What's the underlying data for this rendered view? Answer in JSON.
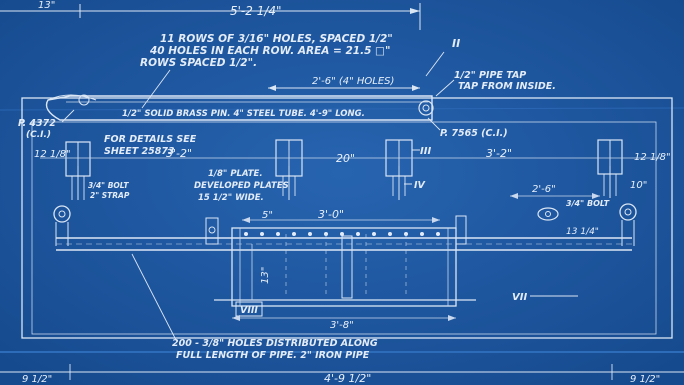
{
  "colors": {
    "paper": "#1f5aa6",
    "paper_dark": "#17498c",
    "ink": "#e3ecf8"
  },
  "notes": {
    "holes_line1": "11 ROWS OF 3/16\" HOLES, SPACED 1/2\"",
    "holes_line2": "40 HOLES IN EACH ROW.  AREA = 21.5 □\"",
    "holes_line3": "ROWS SPACED 1/2\".",
    "pipe_tap_line1": "1/2\" PIPE TAP",
    "pipe_tap_line2": "TAP FROM INSIDE.",
    "tube_note": "1/2\" SOLID BRASS PIN.  4\" STEEL TUBE.  4'-9\" LONG.",
    "pattern_left_line1": "P. 4372",
    "pattern_left_line2": "(C.I.)",
    "pattern_right": "P. 7565 (C.I.)",
    "details_line1": "FOR DETAILS SEE",
    "details_line2": "SHEET 25873",
    "plate_line1": "1/8\" PLATE.",
    "plate_line2": "DEVELOPED PLATES",
    "plate_line3": "15 1/2\" WIDE.",
    "bolt_line1": "3/4\" BOLT",
    "strap_line1": "3/4\" BOLT",
    "strap_line2": "2\" STRAP",
    "bottom_line1": "200 - 3/8\" HOLES DISTRIBUTED ALONG",
    "bottom_line2": "FULL LENGTH OF PIPE.  2\" IRON PIPE"
  },
  "dimensions": {
    "top_left": "13\"",
    "top_overall": "5'-2 1/4\"",
    "holes_span": "2'-6\" (4\" HOLES)",
    "left_end": "12 1/8\"",
    "left_spacing": "3'-2\"",
    "center": "20\"",
    "right_spacing": "3'-2\"",
    "right_end": "12 1/8\"",
    "right_inner": "10\"",
    "right_mid": "2'-6\"",
    "small_right": "13 1/4\"",
    "inner_left": "5\"",
    "inner_span": "3'-0\"",
    "vertical": "13\"",
    "bottom_inner": "3'-8\"",
    "bottom_overall": "4'-9 1/2\"",
    "bottom_left": "9 1/2\"",
    "bottom_right": "9 1/2\""
  },
  "section_marks": [
    "II",
    "III",
    "IV",
    "VII",
    "VIII"
  ]
}
